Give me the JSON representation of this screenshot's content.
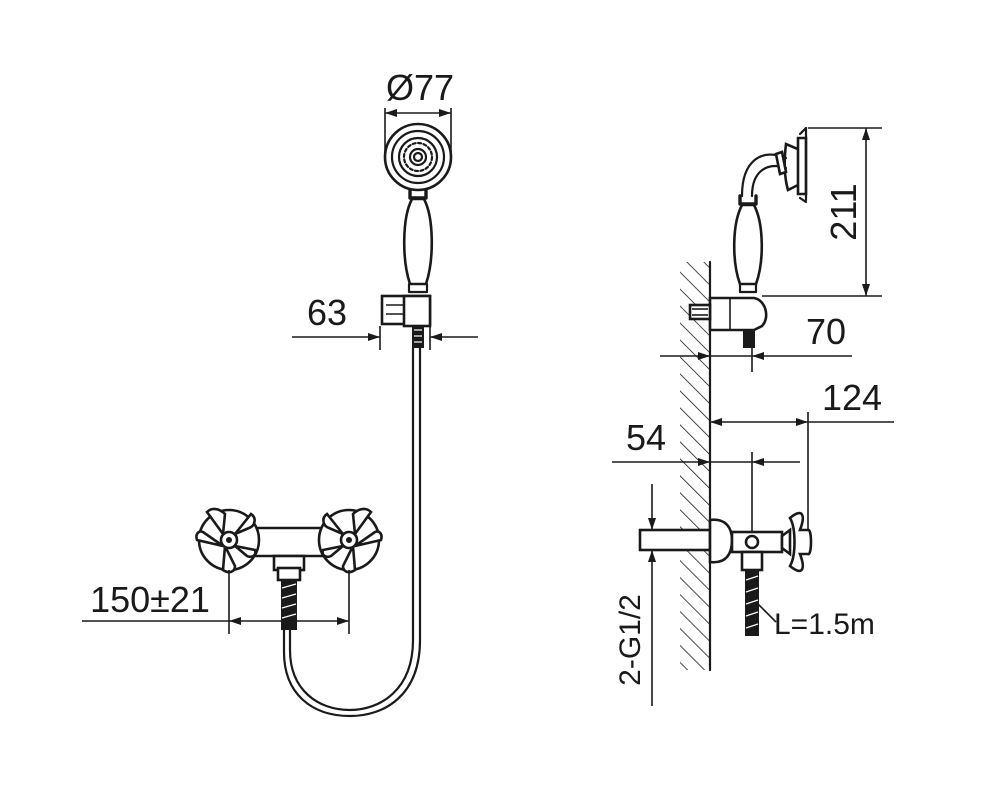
{
  "dimensions": {
    "head_diameter": "Ø77",
    "holder_width": "63",
    "center_distance": "150±21",
    "shower_height": "211",
    "holder_projection": "70",
    "handle_projection": "124",
    "body_projection": "54",
    "inlet_thread": "2-G1/2",
    "hose_length": "L=1.5m"
  },
  "colors": {
    "line": "#1a1a1a",
    "background": "#ffffff"
  }
}
